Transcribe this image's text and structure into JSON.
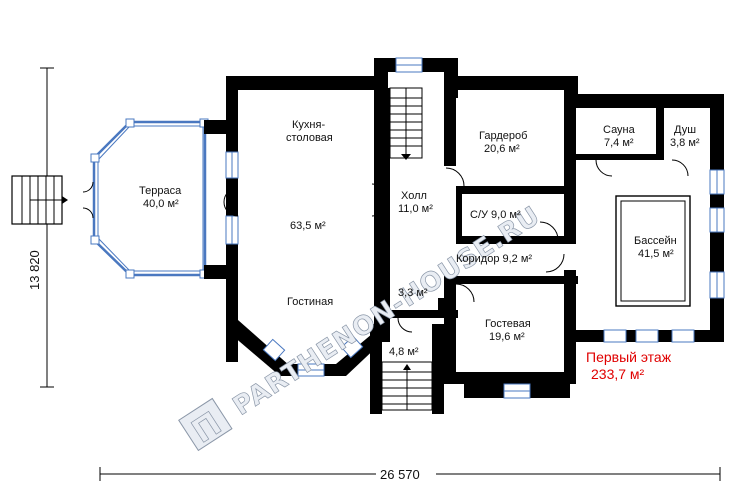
{
  "rooms": {
    "terrace": {
      "name": "Терраса",
      "area": "40,0 м²"
    },
    "kitchen": {
      "name1": "Кухня-",
      "name2": "столовая"
    },
    "living": {
      "area": "63,5 м²",
      "name": "Гостиная"
    },
    "hall": {
      "name": "Холл",
      "area": "11,0 м²"
    },
    "wardrobe": {
      "name": "Гардероб",
      "area": "20,6 м²"
    },
    "sauna": {
      "name": "Сауна",
      "area": "7,4 м²"
    },
    "shower": {
      "name": "Душ",
      "area": "3,8 м²"
    },
    "wc": {
      "label": "С/У 9,0 м²"
    },
    "corridor": {
      "label": "Коридор 9,2 м²"
    },
    "pool": {
      "name": "Бассейн",
      "area": "41,5 м²"
    },
    "vestibule": {
      "area": "3,3 м²"
    },
    "porch": {
      "area": "4,8 м²"
    },
    "guest": {
      "name": "Гостевая",
      "area": "19,6 м²"
    }
  },
  "floor": {
    "title": "Первый этаж",
    "area": "233,7 м²"
  },
  "dimensions": {
    "width": "26 570",
    "height": "13 820"
  },
  "watermark": {
    "text": "PARTHENON-HOUSE.RU",
    "logo": "П"
  },
  "colors": {
    "wall": "#000000",
    "window": "#4a78c0",
    "accent": "#e00000"
  }
}
